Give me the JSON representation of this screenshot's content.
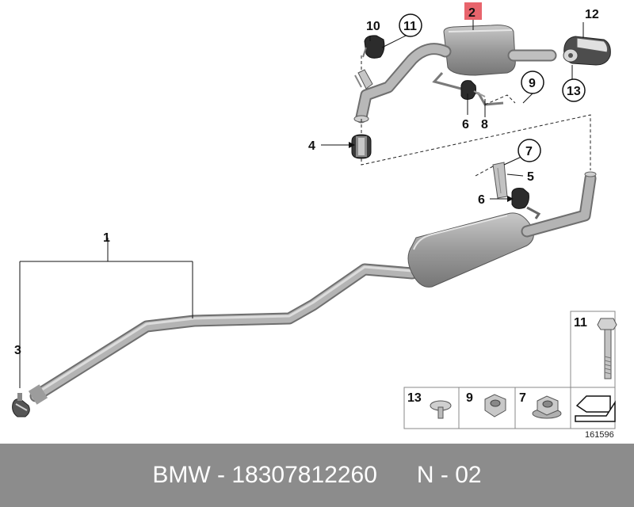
{
  "callouts": {
    "c1": "1",
    "c2": "2",
    "c3": "3",
    "c4": "4",
    "c5": "5",
    "c6a": "6",
    "c6b": "6",
    "c7": "7",
    "c8": "8",
    "c9": "9",
    "c10": "10",
    "c11": "11",
    "c12": "12",
    "c13": "13"
  },
  "legend": {
    "box11": "11",
    "box13": "13",
    "box9": "9",
    "box7": "7"
  },
  "diagram_number": "161596",
  "footer": {
    "brand": "BMW",
    "sep": " - ",
    "part_number": "18307812260",
    "variant": "N - 02"
  },
  "colors": {
    "highlight": "#e8646c",
    "pipe": "#a8a8a8",
    "footer": "#8c8c8c"
  }
}
